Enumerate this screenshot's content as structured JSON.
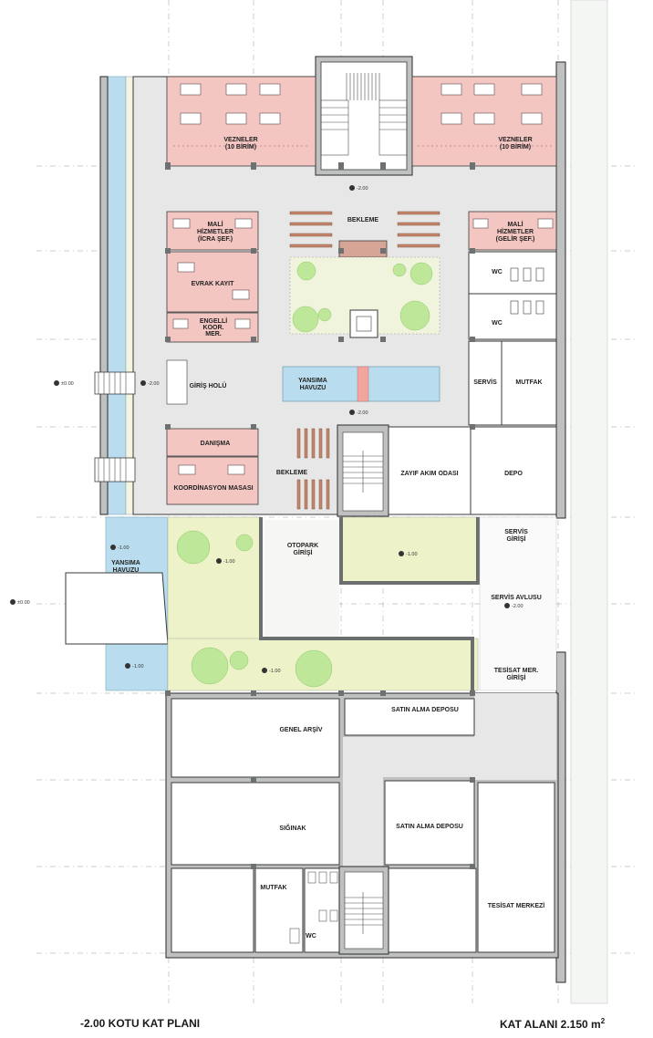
{
  "plan": {
    "title": "-2.00 KOTU KAT PLANI",
    "area_label": "KAT ALANI 2.150 m",
    "area_unit_sup": "2"
  },
  "rooms": {
    "vezneler_left_1": "VEZNELER",
    "vezneler_left_2": "(10 BİRİM)",
    "vezneler_right_1": "VEZNELER",
    "vezneler_right_2": "(10 BİRİM)",
    "bekleme_top": "BEKLEME",
    "mali_left_1": "MALİ",
    "mali_left_2": "HİZMETLER",
    "mali_left_3": "(İCRA ŞEF.)",
    "mali_right_1": "MALİ",
    "mali_right_2": "HİZMETLER",
    "mali_right_3": "(GELİR ŞEF.)",
    "evrak_kayit": "EVRAK KAYIT",
    "engelli_1": "ENGELLİ",
    "engelli_2": "KOOR.",
    "engelli_3": "MER.",
    "wc_top": "WC",
    "wc_mid": "WC",
    "giris_holu": "GİRİŞ HOLÜ",
    "yansima_top_1": "YANSIMA",
    "yansima_top_2": "HAVUZU",
    "servis": "SERVİS",
    "mutfak_top": "MUTFAK",
    "danisma": "DANIŞMA",
    "koordinasyon": "KOORDİNASYON MASASI",
    "bekleme_mid": "BEKLEME",
    "zayif_akim": "ZAYIF AKIM ODASI",
    "depo": "DEPO",
    "servis_girisi_1": "SERVİS",
    "servis_girisi_2": "GİRİŞİ",
    "otopark_1": "OTOPARK",
    "otopark_2": "GİRİŞİ",
    "yansima_left_1": "YANSIMA",
    "yansima_left_2": "HAVUZU",
    "servis_avlusu": "SERVİS AVLUSU",
    "tesisat_mer_1": "TESİSAT MER.",
    "tesisat_mer_2": "GİRİŞİ",
    "genel_arsiv": "GENEL ARŞİV",
    "satin_alma_top": "SATIN ALMA DEPOSU",
    "siginak": "SIĞINAK",
    "satin_alma_bottom": "SATIN ALMA DEPOSU",
    "mutfak_bottom": "MUTFAK",
    "wc_bottom": "WC",
    "tesisat_merkezi": "TESİSAT MERKEZİ"
  },
  "levels": {
    "top_center": "-2.00",
    "left_entry": "±0.00",
    "left_hall": "-2.00",
    "pool_center": "-2.00",
    "left_outside": "±0.00",
    "courtyard_1": "-1.00",
    "courtyard_2": "-1.00",
    "courtyard_3": "-1.00",
    "courtyard_4": "-1.00",
    "courtyard_5": "-1.00",
    "servis_avlusu": "-2.00"
  },
  "colors": {
    "office_pink": "#f3c6c2",
    "circulation_grey": "#e6e7e6",
    "courtyard_green": "#eef2c8",
    "water_blue": "#b9ddee",
    "tree_green": "#bfe79a",
    "wall_grey": "#bfc1c1"
  }
}
